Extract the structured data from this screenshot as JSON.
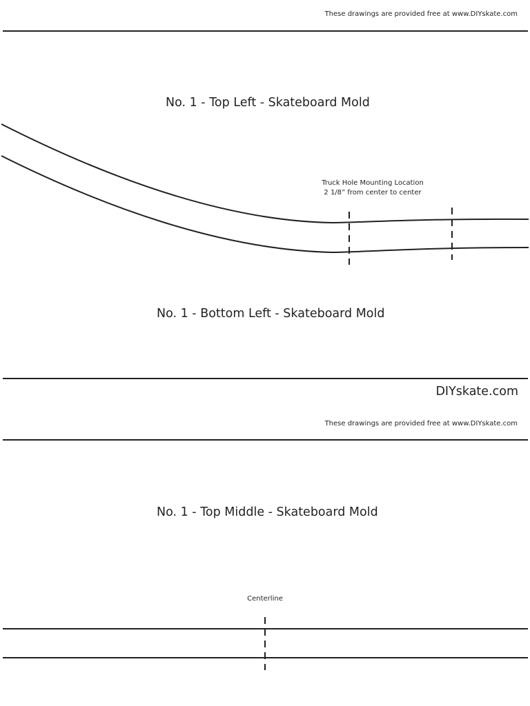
{
  "sheets": [
    {
      "credit": "These drawings are provided free at  www.DIYskate.com",
      "top_title": "No. 1 - Top Left - Skateboard Mold",
      "truck_note_line1": "Truck Hole Mounting Location",
      "truck_note_line2": "2 1/8” from center to center",
      "bottom_title": "No. 1 - Bottom Left  - Skateboard Mold",
      "brand": "DIYskate.com"
    },
    {
      "credit": "These drawings are provided free at  www.DIYskate.com",
      "top_title": "No. 1 - Top Middle - Skateboard Mold",
      "centerline_label": "Centerline"
    }
  ]
}
